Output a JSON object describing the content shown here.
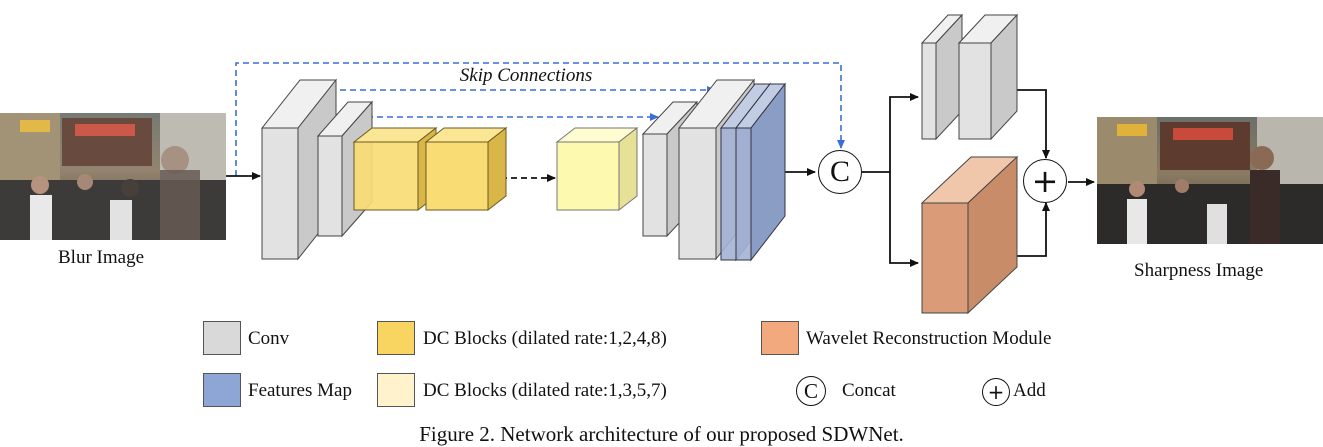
{
  "labels": {
    "input": "Blur Image",
    "output": "Sharpness Image",
    "skip": "Skip Connections",
    "concat_symbol": "C",
    "add_symbol": "+"
  },
  "legend": [
    {
      "label": "Conv",
      "color": "#d9d9d9"
    },
    {
      "label": "DC Blocks (dilated rate:1,2,4,8)",
      "color": "#f7d560"
    },
    {
      "label": "Wavelet Reconstruction Module",
      "color": "#f2a97e"
    },
    {
      "label": "Features Map",
      "color": "#8da6d6"
    },
    {
      "label": "DC Blocks (dilated rate:1,3,5,7)",
      "color": "#fff2cc"
    },
    {
      "label": "Concat",
      "symbol": "C"
    },
    {
      "label": "Add",
      "symbol": "+"
    }
  ],
  "caption": "Figure 2. Network architecture of our proposed SDWNet.",
  "colors": {
    "conv": "#e2e2e2",
    "dc_a": "#f9dc74",
    "dc_b": "#fdfab0",
    "feature": "#a3b3d4",
    "wavelet": "#d99b78",
    "skip_arrow": "#3a6fd8"
  }
}
